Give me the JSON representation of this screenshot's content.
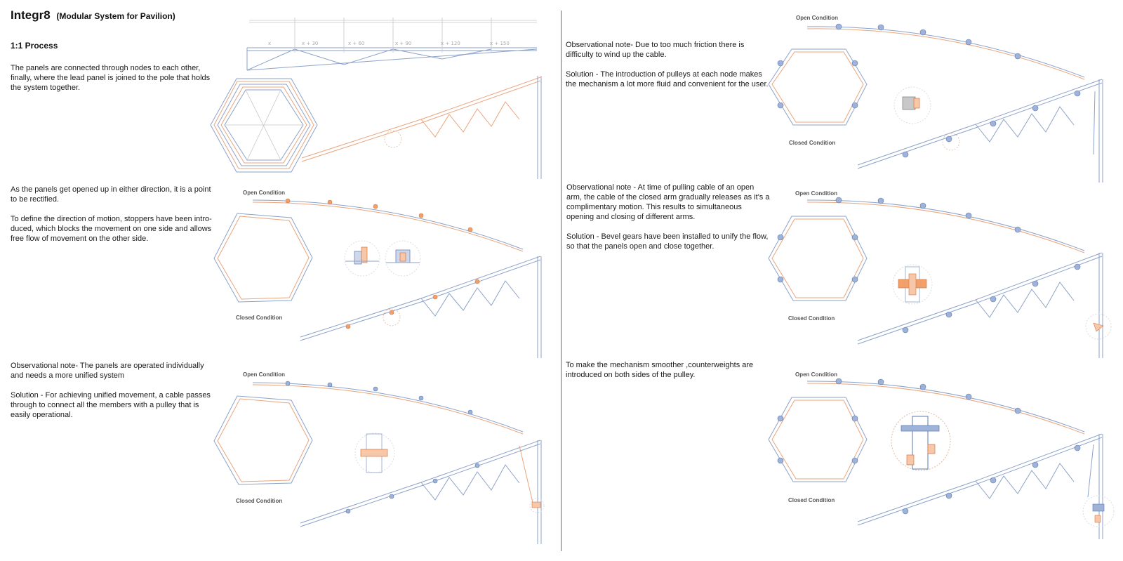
{
  "header": {
    "title": "Integr8",
    "subtitle": "(Modular System for Pavilion)",
    "section": "1:1 Process"
  },
  "notes": {
    "left1": "The panels are connected through nodes to each other, finally, where the lead panel is joined to the pole that holds the system together.",
    "left2": "As the panels get opened up in either direction, it is a point to be rectified.\n\nTo define the direction of motion, stoppers have been intro-duced, which blocks the movement on one side and allows free flow of movement on the other side.",
    "left3": "Observational note- The panels are operated individually and needs a more unified system\n\nSolution -  For achieving unified  movement, a cable passes through to connect all the members with a pulley that is easily operational.",
    "right1": "Observational note- Due to too much friction there is difficulty to wind up the cable.\n\nSolution - The introduction of pulleys at each node makes the mechanism a lot more fluid and convenient for the user.",
    "right2": "Observational note - At time of pulling cable of an open arm, the cable of the closed arm gradually releases as it's a complimentary motion. This results to simultaneous opening and closing of different arms.\n\nSolution - Bevel gears have been installed to unify the flow, so that the panels open and close together.",
    "right3": "To make the mechanism smoother ,counterweights are introduced on both sides of the pulley."
  },
  "labels": {
    "open": "Open Condition",
    "closed": "Closed Condition"
  },
  "scale_labels": [
    "x",
    "x + 30",
    "x + 60",
    "x + 90",
    "x + 120",
    "x + 150"
  ],
  "colors": {
    "structure_blue": "#8da2c9",
    "accent_orange": "#e9a57d",
    "divider": "#3f6fb5"
  }
}
